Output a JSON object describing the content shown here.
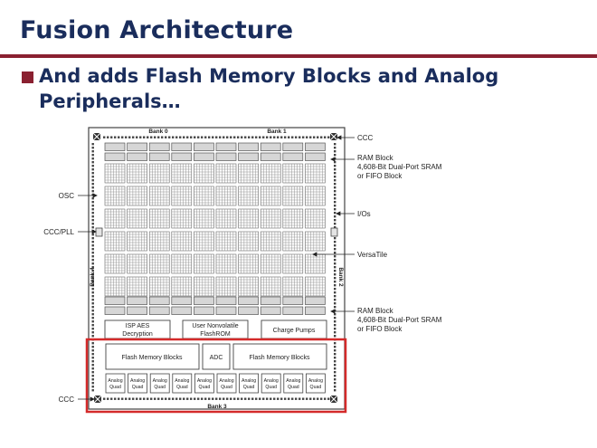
{
  "slide": {
    "title": "Fusion Architecture",
    "bullet": "And adds Flash Memory Blocks and Analog Peripherals…"
  },
  "diagram": {
    "bank_labels": {
      "bank0": "Bank 0",
      "bank1": "Bank 1",
      "bank2": "Bank 2",
      "bank3": "Bank 3",
      "bank4": "Bank 4"
    },
    "callouts": {
      "ccc_top": "CCC",
      "ram_top": [
        "RAM Block",
        "4,608-Bit Dual-Port SRAM",
        "or FIFO Block"
      ],
      "osc": "OSC",
      "ios": "I/Os",
      "ccc_pll": "CCC/PLL",
      "versatile": "VersaTile",
      "ram_bottom": [
        "RAM Block",
        "4,608-Bit Dual-Port SRAM",
        "or FIFO Block"
      ],
      "ccc_bottom": "CCC"
    },
    "blocks": {
      "isp_aes": [
        "ISP AES",
        "Decryption"
      ],
      "user_flashrom": [
        "User Nonvolatile",
        "FlashROM"
      ],
      "charge_pumps": "Charge Pumps",
      "flash_left": "Flash Memory Blocks",
      "adc": "ADC",
      "flash_right": "Flash Memory Blocks"
    },
    "analog_quad": [
      "Analog",
      "Quad"
    ],
    "analog_quad_count": 10,
    "highlight_color": "#d42a2a"
  }
}
